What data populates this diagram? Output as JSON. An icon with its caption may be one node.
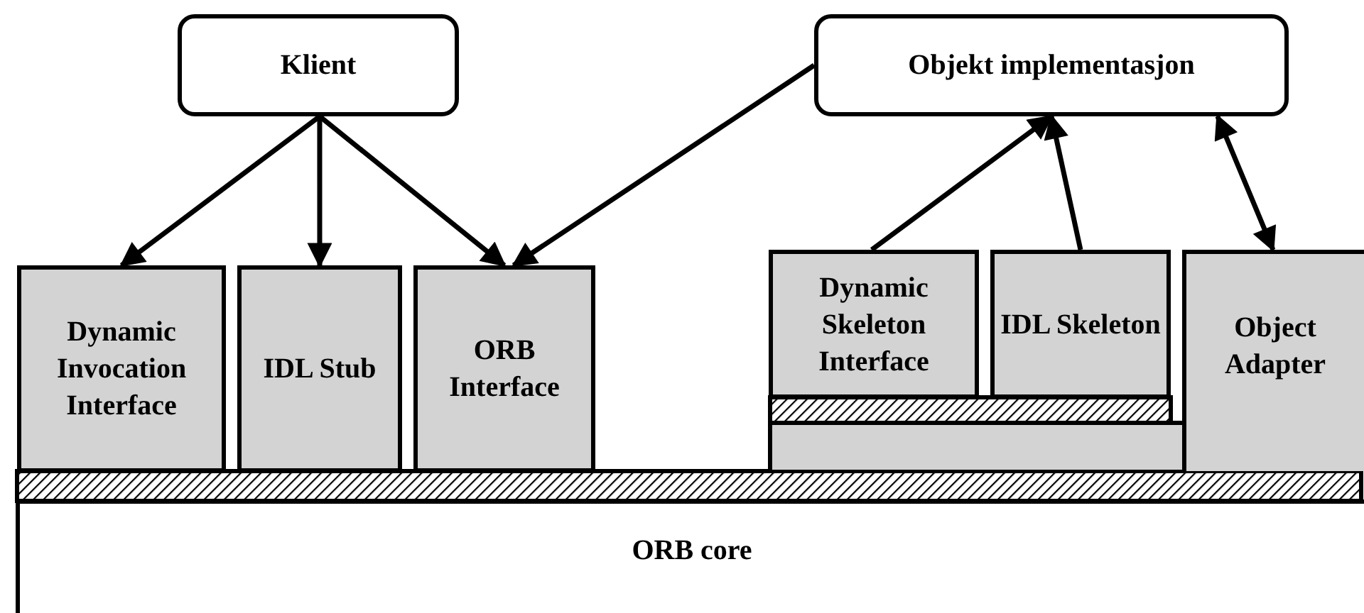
{
  "diagram": {
    "nodes": [
      {
        "text": [
          "Klient"
        ]
      },
      {
        "text": [
          "Objekt implementasjon"
        ]
      },
      {
        "text": [
          "Dynamic Invocation Interface"
        ]
      },
      {
        "text": [
          "IDL Stub"
        ]
      },
      {
        "text": [
          "ORB Interface"
        ]
      },
      {
        "text": [
          "Dynamic Skeleton Interface"
        ]
      },
      {
        "text": [
          "IDL Skeleton"
        ]
      },
      {
        "text": [
          "Object Adapter"
        ]
      },
      {
        "text": [
          "ORB core"
        ]
      }
    ],
    "edges": [
      {
        "from": 0,
        "to": 2,
        "arrow": "to"
      },
      {
        "from": 0,
        "to": 3,
        "arrow": "to"
      },
      {
        "from": 0,
        "to": 4,
        "arrow": "to"
      },
      {
        "from": 1,
        "to": 4,
        "arrow": "to"
      },
      {
        "from": 5,
        "to": 1,
        "arrow": "to"
      },
      {
        "from": 6,
        "to": 1,
        "arrow": "to"
      },
      {
        "from": 1,
        "to": 7,
        "arrow": "both"
      }
    ]
  }
}
